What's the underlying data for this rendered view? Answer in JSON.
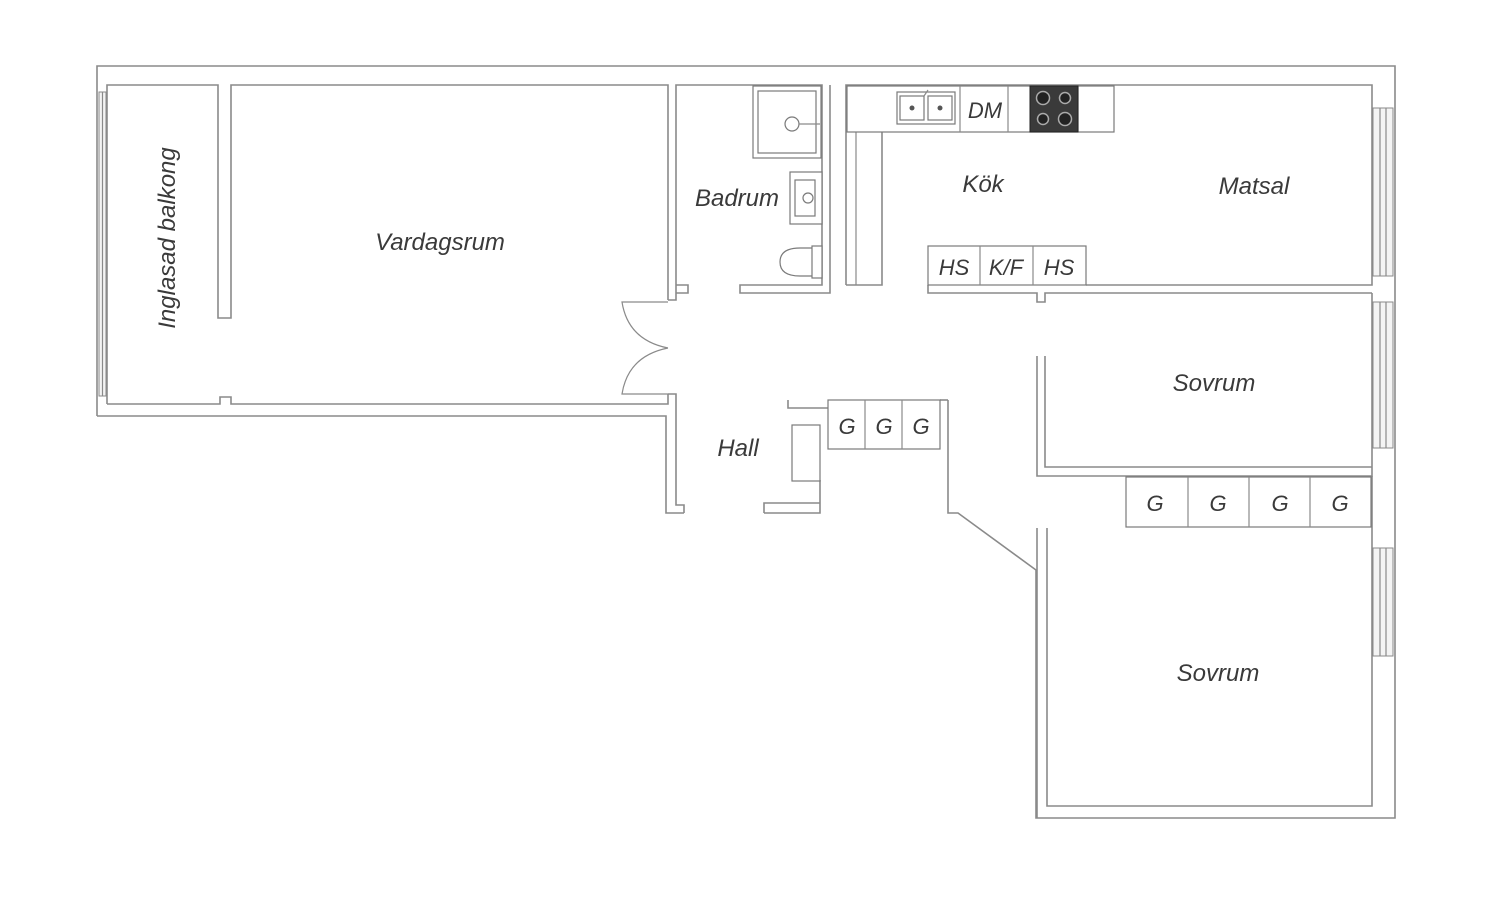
{
  "rooms": {
    "balcony": "Inglasad balkong",
    "living": "Vardagsrum",
    "bath": "Badrum",
    "kitchen": "Kök",
    "dining": "Matsal",
    "hall": "Hall",
    "bedroom_1": "Sovrum",
    "bedroom_2": "Sovrum"
  },
  "fixtures": {
    "dishwasher": "DM",
    "cabinet_hs_left": "HS",
    "fridge_freezer": "K/F",
    "cabinet_hs_right": "HS",
    "hall_wardrobes": [
      "G",
      "G",
      "G"
    ],
    "bedroom_wardrobes": [
      "G",
      "G",
      "G",
      "G"
    ]
  }
}
